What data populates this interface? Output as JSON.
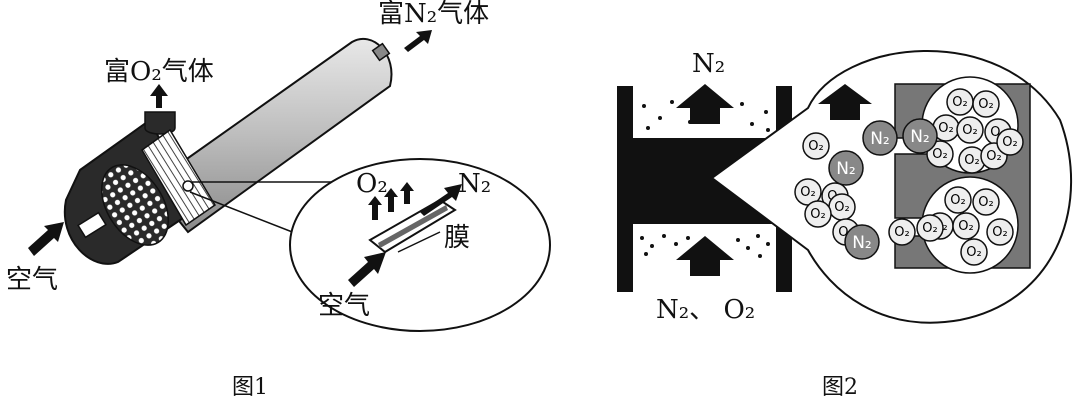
{
  "figure1": {
    "caption": "图1",
    "label_rich_o2": "富O₂气体",
    "label_rich_n2": "富N₂气体",
    "label_air_left": "空气",
    "label_o2": "O₂",
    "label_n2": "N₂",
    "label_membrane": "膜",
    "label_air_inset": "空气"
  },
  "figure2": {
    "caption": "图2",
    "label_n2_top": "N₂",
    "label_mix_bottom": "N₂、 O₂",
    "molecule_o2": "O₂",
    "molecule_n2": "N₂"
  }
}
